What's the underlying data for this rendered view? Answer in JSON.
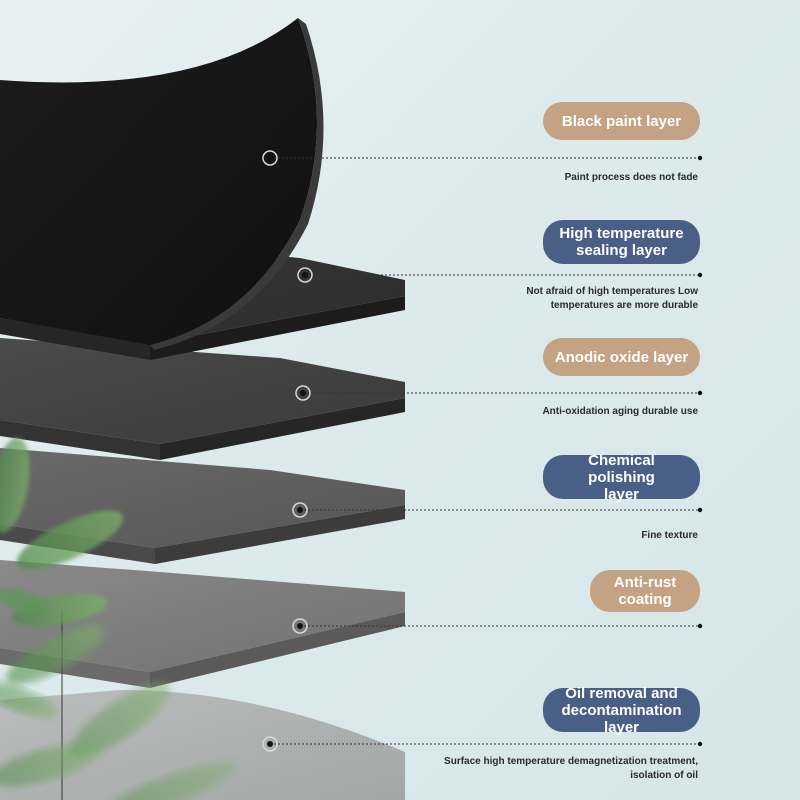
{
  "layers": [
    {
      "id": "black-paint",
      "label": "Black paint layer",
      "description": "Paint process does not fade",
      "color": "tan"
    },
    {
      "id": "high-temp-sealing",
      "label": "High temperature\nsealing layer",
      "description": "Not afraid of high temperatures Low\ntemperatures are more durable",
      "color": "navy"
    },
    {
      "id": "anodic-oxide",
      "label": "Anodic oxide layer",
      "description": "Anti-oxidation aging durable use",
      "color": "tan"
    },
    {
      "id": "chemical-polishing",
      "label": "Chemical polishing\nlayer",
      "description": "Fine texture",
      "color": "navy"
    },
    {
      "id": "anti-rust",
      "label": "Anti-rust\ncoating",
      "description": "",
      "color": "tan"
    },
    {
      "id": "oil-removal",
      "label": "Oil removal and\ndecontamination layer",
      "description": "Surface high temperature demagnetization treatment,\nisolation of oil",
      "color": "navy"
    }
  ],
  "colors": {
    "tan": "#c3a383",
    "navy": "#4a5f86",
    "leader": "#333333"
  }
}
